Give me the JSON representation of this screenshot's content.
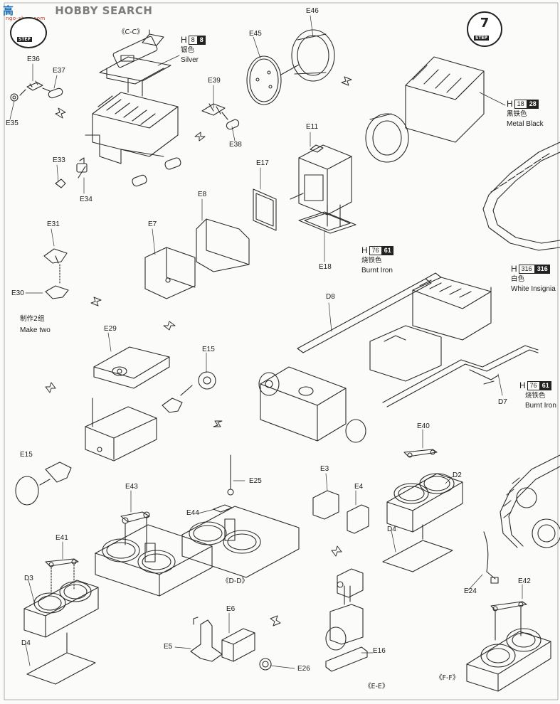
{
  "watermark": {
    "logo_text": "高",
    "brand_text": "HOBBY SEARCH",
    "url_text": "ngo-shop.com"
  },
  "steps": {
    "left_step_word": "STEP",
    "right_number": "7",
    "right_step_word": "STEP"
  },
  "views": {
    "cc": "《C-C》",
    "dd": "《D-D》",
    "ee": "《E-E》",
    "ff": "《F-F》"
  },
  "notes": {
    "make_two_cn": "制作2组",
    "make_two_en": "Make two"
  },
  "colors": {
    "silver": {
      "h": "H",
      "code_a": "8",
      "code_b": "8",
      "cn": "银色",
      "en": "Silver"
    },
    "metal_black": {
      "h": "H",
      "code_a": "18",
      "code_b": "28",
      "cn": "黑铁色",
      "en": "Metal  Black"
    },
    "burnt_iron_1": {
      "h": "H",
      "code_a": "76",
      "code_b": "61",
      "cn": "烧铁色",
      "en": "Burnt Iron"
    },
    "white_insignia": {
      "h": "H",
      "code_a": "316",
      "code_b": "316",
      "cn": "白色",
      "en": "White Insignia"
    },
    "burnt_iron_2": {
      "h": "H",
      "code_a": "76",
      "code_b": "61",
      "cn": "烧铁色",
      "en": "Burnt Iron"
    }
  },
  "parts": {
    "e36": "E36",
    "e37": "E37",
    "e35": "E35",
    "e33": "E33",
    "e34": "E34",
    "e39": "E39",
    "e38": "E38",
    "e45": "E45",
    "e46": "E46",
    "e11": "E11",
    "e17": "E17",
    "e18": "E18",
    "e8": "E8",
    "e7": "E7",
    "e31": "E31",
    "e30": "E30",
    "e29": "E29",
    "e15a": "E15",
    "e15b": "E15",
    "d8": "D8",
    "d7": "D7",
    "e25": "E25",
    "e43": "E43",
    "e44": "E44",
    "e41": "E41",
    "d3": "D3",
    "d4a": "D4",
    "e6": "E6",
    "e5": "E5",
    "e26": "E26",
    "e3": "E3",
    "e4": "E4",
    "e16": "E16",
    "e40": "E40",
    "d2": "D2",
    "d4b": "D4",
    "e24": "E24",
    "e42": "E42"
  }
}
